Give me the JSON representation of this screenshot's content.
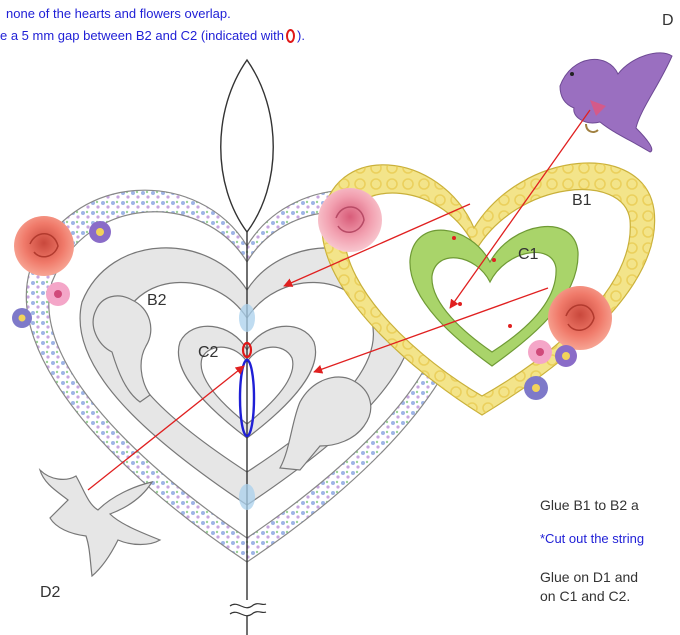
{
  "instructions": {
    "line1": "none of the hearts and flowers overlap.",
    "line2_prefix": "e a 5 mm gap between B2 and C2 (indicated with",
    "line2_suffix": ")."
  },
  "labels": {
    "b1": "B1",
    "b2": "B2",
    "c1": "C1",
    "c2": "C2",
    "d1": "D",
    "d2": "D2"
  },
  "notes": {
    "glue_b": "Glue B1 to B2 a",
    "cut_note": "*Cut out the string",
    "glue_d_line1": "Glue on D1 and",
    "glue_d_line2": "on C1 and C2."
  },
  "colors": {
    "instruction_text": "#1f1fd6",
    "gap_marker": "#e01818",
    "string_loop": "#1f1fd6",
    "arrow": "#e02020",
    "paper_gray": "#e6e6e6",
    "b1_yellow": "#f3e48a",
    "c1_green": "#a9d46a",
    "bird_purple": "#9a6fc0",
    "rose": "#f07a6a"
  }
}
